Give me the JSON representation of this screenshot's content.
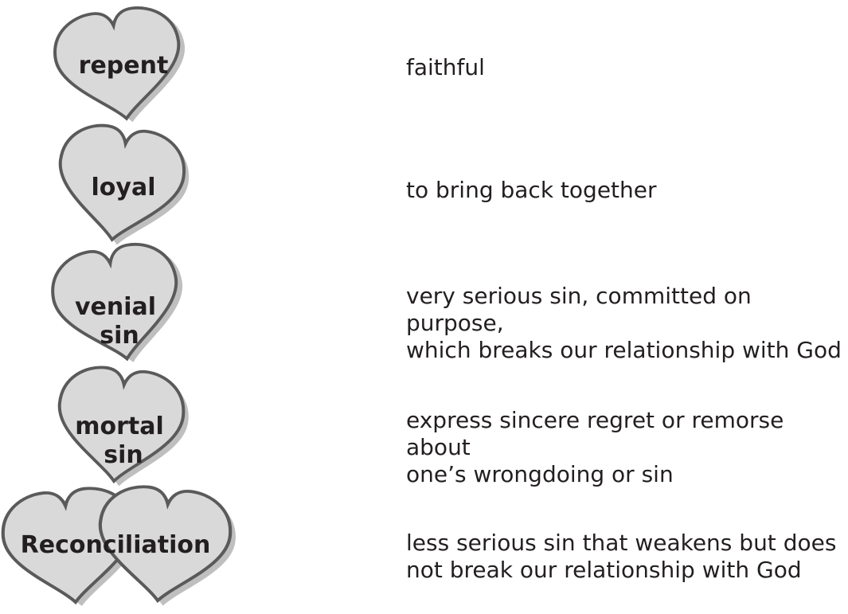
{
  "terms": [
    {
      "lines": [
        "repent"
      ]
    },
    {
      "lines": [
        "loyal"
      ]
    },
    {
      "lines": [
        "venial",
        "sin"
      ]
    },
    {
      "lines": [
        "mortal",
        "sin"
      ]
    },
    {
      "lines": [
        "Reconciliation"
      ]
    }
  ],
  "definitions": [
    {
      "lines": [
        "faithful"
      ]
    },
    {
      "lines": [
        "to bring back together"
      ]
    },
    {
      "lines": [
        "very serious sin, committed on purpose,",
        "which breaks our relationship with God"
      ]
    },
    {
      "lines": [
        "express sincere regret or remorse about",
        "one’s wrongdoing or sin"
      ]
    },
    {
      "lines": [
        "less serious sin that weakens but does",
        "not break our relationship with God"
      ]
    }
  ]
}
